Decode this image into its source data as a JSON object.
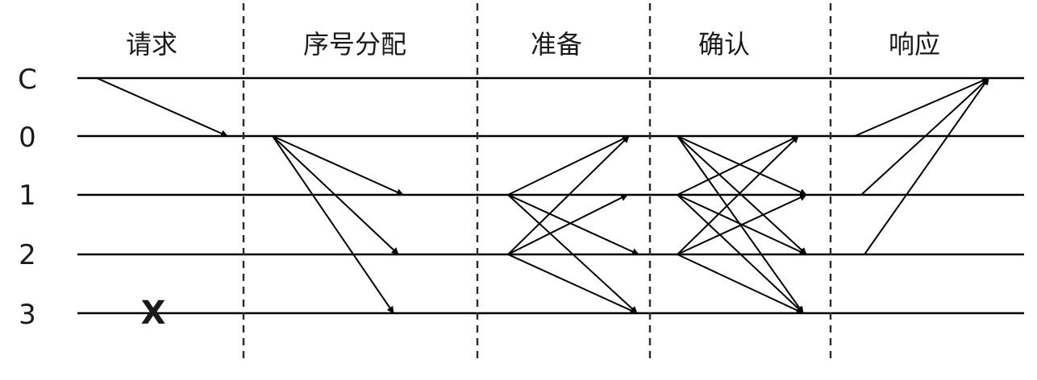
{
  "phases": [
    "请求",
    "序号分配",
    "准备",
    "确认",
    "响应"
  ],
  "nodes": [
    "C",
    "0",
    "1",
    "2",
    "3"
  ],
  "failed_node_mark": "X",
  "messages": {
    "request": [
      {
        "from": "C",
        "to": "0"
      }
    ],
    "pre_prepare": [
      {
        "from": "0",
        "to": "1"
      },
      {
        "from": "0",
        "to": "2"
      },
      {
        "from": "0",
        "to": "3"
      }
    ],
    "prepare": [
      {
        "from": "1",
        "to": "0"
      },
      {
        "from": "1",
        "to": "2"
      },
      {
        "from": "1",
        "to": "3"
      },
      {
        "from": "2",
        "to": "0"
      },
      {
        "from": "2",
        "to": "1"
      },
      {
        "from": "2",
        "to": "3"
      }
    ],
    "commit": [
      {
        "from": "0",
        "to": "1"
      },
      {
        "from": "0",
        "to": "2"
      },
      {
        "from": "0",
        "to": "3"
      },
      {
        "from": "1",
        "to": "0"
      },
      {
        "from": "1",
        "to": "2"
      },
      {
        "from": "1",
        "to": "3"
      },
      {
        "from": "2",
        "to": "0"
      },
      {
        "from": "2",
        "to": "1"
      },
      {
        "from": "2",
        "to": "3"
      }
    ],
    "reply": [
      {
        "from": "0",
        "to": "C"
      },
      {
        "from": "1",
        "to": "C"
      },
      {
        "from": "2",
        "to": "C"
      }
    ]
  }
}
